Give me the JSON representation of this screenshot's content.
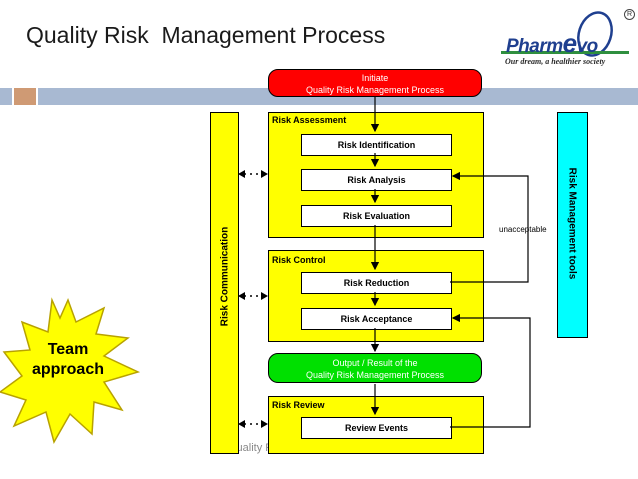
{
  "slide": {
    "title": "Quality Risk  Management Process",
    "footer": "Quality Risk Management (Q9) • 14-Feb-14"
  },
  "logo": {
    "word": "Pharm",
    "letter": "e",
    "word_end": "vo",
    "tagline": "Our dream, a healthier society",
    "registered": "R"
  },
  "callout": {
    "line1": "Team",
    "line2": "approach",
    "color": "#ffff00"
  },
  "flow": {
    "initiate": {
      "line1": "Initiate",
      "line2": "Quality Risk Management Process",
      "color": "#ff0000"
    },
    "assessment": {
      "label": "Risk Assessment",
      "steps": [
        "Risk Identification",
        "Risk Analysis",
        "Risk Evaluation"
      ]
    },
    "control": {
      "label": "Risk Control",
      "steps": [
        "Risk Reduction",
        "Risk Acceptance"
      ]
    },
    "output": {
      "line1": "Output / Result of the",
      "line2": "Quality Risk Management Process",
      "color": "#00e000"
    },
    "review": {
      "label": "Risk Review",
      "steps": [
        "Review Events"
      ]
    },
    "unacceptable": "unacceptable"
  },
  "side_panels": {
    "communication": {
      "label": "Risk Communication",
      "color": "#ffff00"
    },
    "tools": {
      "label": "Risk Management tools",
      "color": "#00ffff"
    }
  }
}
